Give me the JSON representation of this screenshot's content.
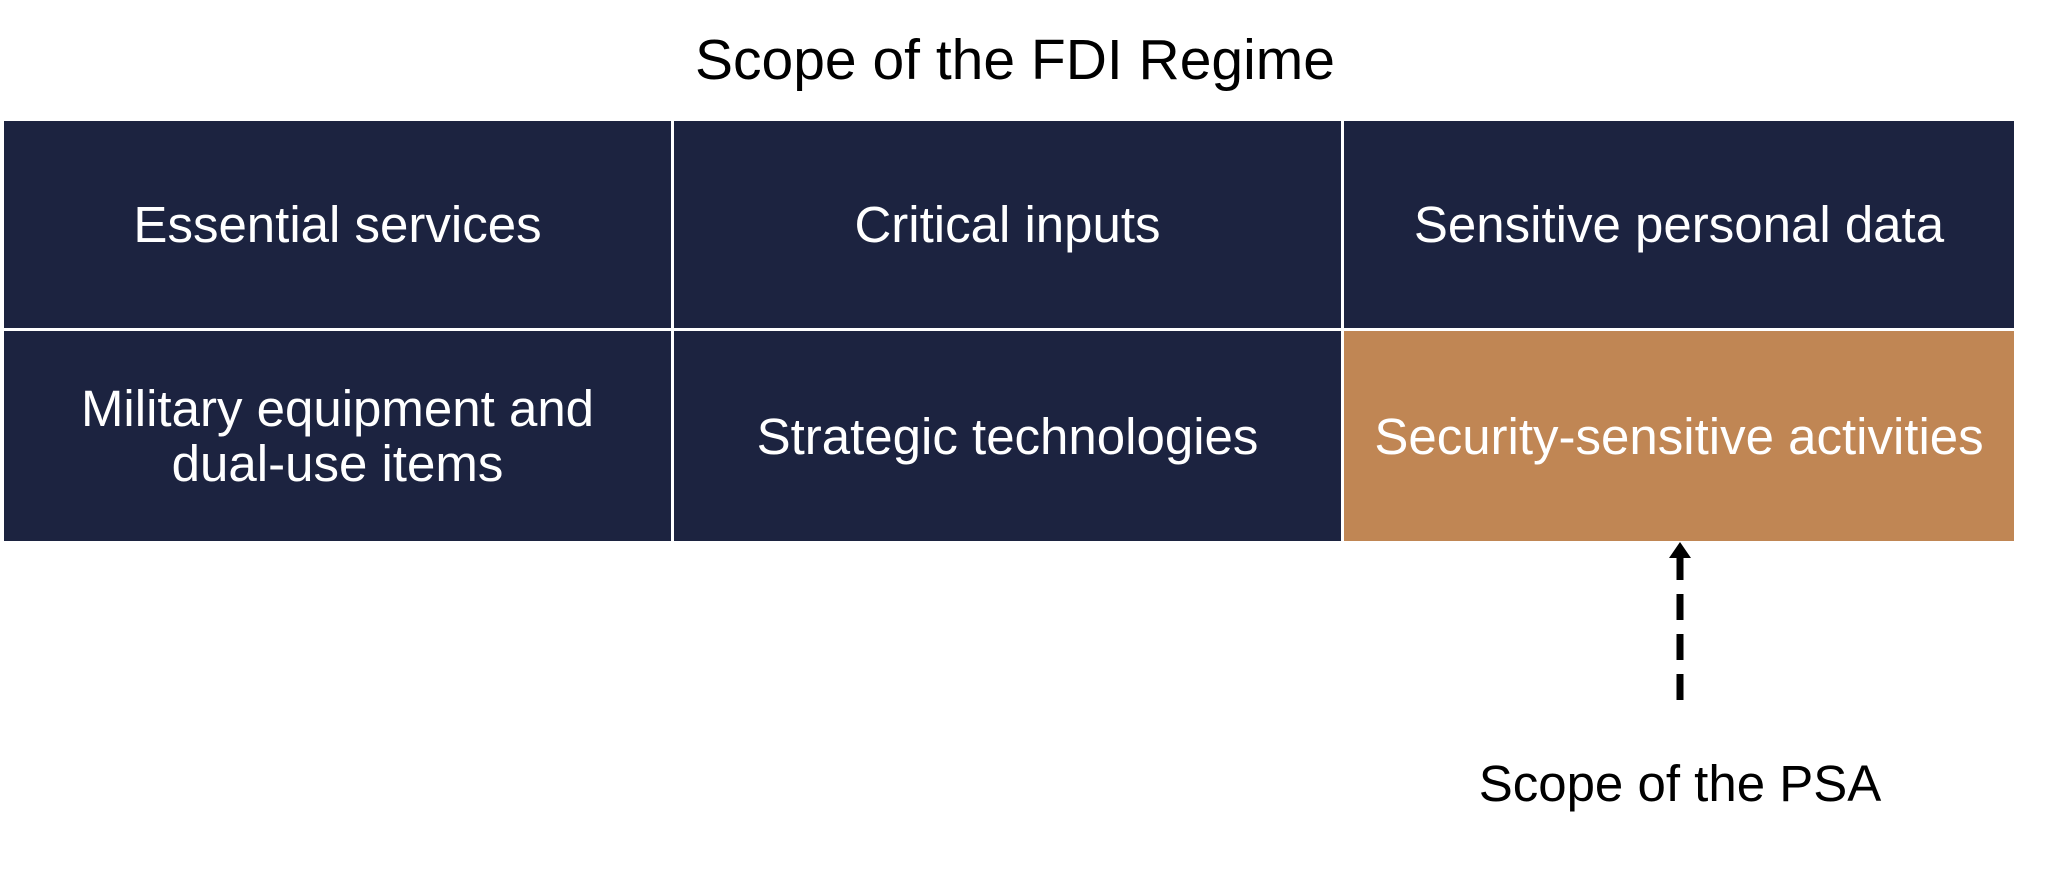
{
  "title": "Scope of the FDI Regime",
  "cells": [
    {
      "label": "Essential services"
    },
    {
      "label": "Critical inputs"
    },
    {
      "label": "Sensitive personal data"
    },
    {
      "label": "Military equipment and\ndual-use items"
    },
    {
      "label": "Strategic technologies"
    },
    {
      "label": "Security-sensitive activities"
    }
  ],
  "psa_label": "Scope of the PSA",
  "colors": {
    "cell_dark": "#1c2340",
    "cell_highlight": "#c08654",
    "text_light": "#ffffff",
    "text_dark": "#000000"
  }
}
